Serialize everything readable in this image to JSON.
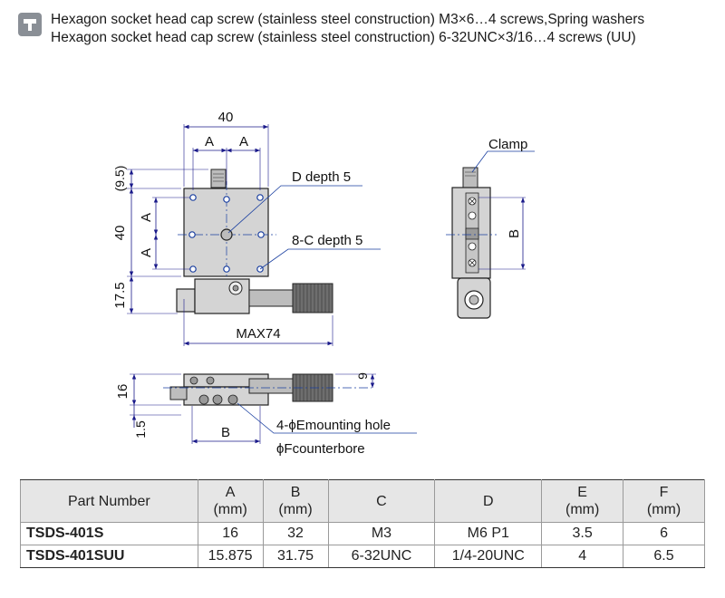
{
  "note": {
    "icon": "wrench-icon",
    "line1": "Hexagon socket head cap screw (stainless steel construction) M3×6…4 screws,Spring washers",
    "line2": "Hexagon socket head cap screw (stainless steel construction) 6-32UNC×3/16…4 screws (UU)"
  },
  "drawing": {
    "dim_40_top": "40",
    "dim_A_left": "A",
    "dim_A_right": "A",
    "dim_9_5": "(9.5)",
    "dim_40_side": "40",
    "dim_A_v1": "A",
    "dim_A_v2": "A",
    "dim_17_5": "17.5",
    "dim_max74": "MAX74",
    "label_d_depth": "D depth 5",
    "label_c_depth": "8-C depth 5",
    "label_clamp": "Clamp",
    "dim_B_side": "B",
    "dim_16": "16",
    "dim_1_5": "1.5",
    "dim_9": "9",
    "dim_B_bottom": "B",
    "label_e_hole": "4-ϕEmounting hole",
    "label_f_bore": "ϕFcounterbore"
  },
  "table": {
    "headers": [
      {
        "l1": "Part Number",
        "l2": ""
      },
      {
        "l1": "A",
        "l2": "(mm)"
      },
      {
        "l1": "B",
        "l2": "(mm)"
      },
      {
        "l1": "C",
        "l2": ""
      },
      {
        "l1": "D",
        "l2": ""
      },
      {
        "l1": "E",
        "l2": "(mm)"
      },
      {
        "l1": "F",
        "l2": "(mm)"
      }
    ],
    "rows": [
      [
        "TSDS-401S",
        "16",
        "32",
        "M3",
        "M6 P1",
        "3.5",
        "6"
      ],
      [
        "TSDS-401SUU",
        "15.875",
        "31.75",
        "6-32UNC",
        "1/4-20UNC",
        "4",
        "6.5"
      ]
    ]
  }
}
